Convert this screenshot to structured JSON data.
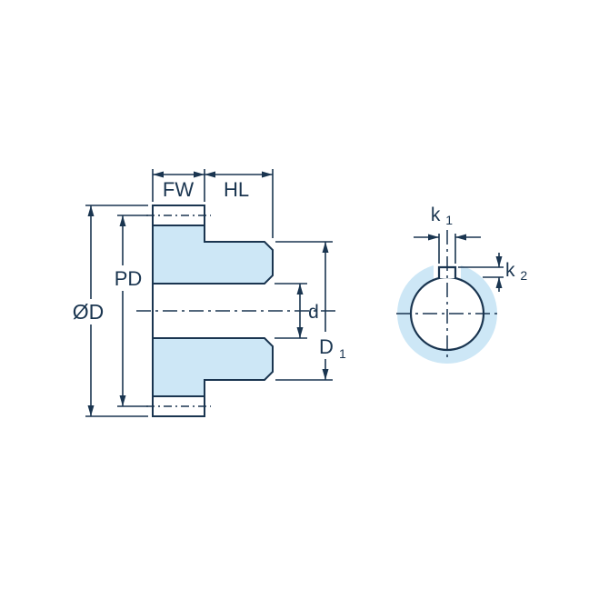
{
  "page": {
    "background_color": "#ffffff"
  },
  "diagram": {
    "kind": "gear dimension drawing",
    "colors": {
      "part-fill": "#cde7f6",
      "line": "#1a3550"
    },
    "labels": {
      "fw": "FW",
      "hl": "HL",
      "pd": "PD",
      "od": "ØD",
      "d": "d",
      "d1_main": "D",
      "d1_sub": "1",
      "k1_main": "k",
      "k1_sub": "1",
      "k2_main": "k",
      "k2_sub": "2"
    }
  }
}
